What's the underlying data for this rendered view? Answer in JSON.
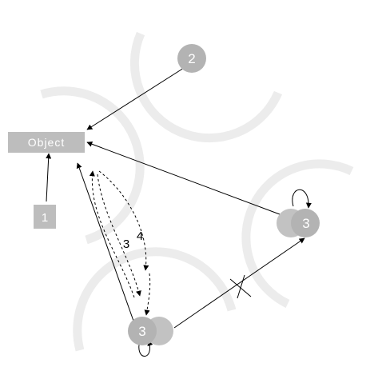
{
  "object_box": {
    "label": "Object",
    "fill": "#bdbdbd",
    "text_color": "#ffffff"
  },
  "node_1": {
    "label": "1",
    "fill": "#bdbdbd",
    "text_color": "#ffffff"
  },
  "node_2": {
    "label": "2",
    "fill": "#b3b3b3",
    "text_color": "#ffffff"
  },
  "node_3_right": {
    "label": "3",
    "fill": "#b3b3b3",
    "text_color": "#ffffff"
  },
  "node_3_bottom": {
    "label": "3",
    "fill": "#b3b3b3",
    "text_color": "#ffffff"
  },
  "loop_labels": {
    "left": "3",
    "right": "4"
  },
  "colors": {
    "arc": "#ececec",
    "arrow": "#000000"
  }
}
